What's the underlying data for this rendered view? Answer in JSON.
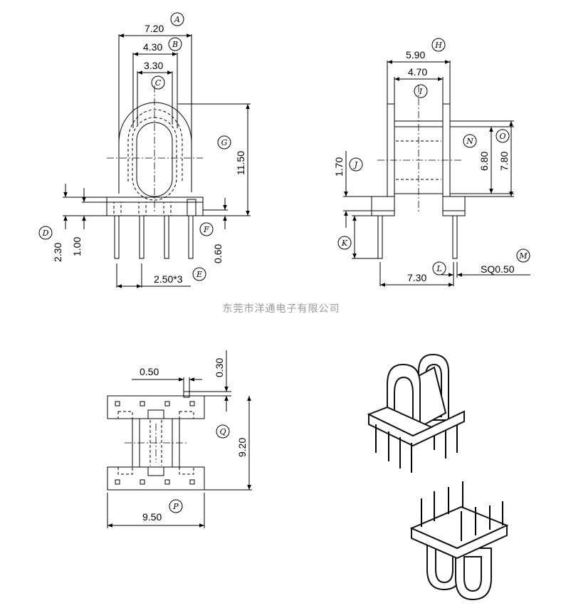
{
  "company": "东莞市洋通电子有限公司",
  "front_view": {
    "dims": [
      {
        "value": "7.20",
        "tag": "A"
      },
      {
        "value": "4.30",
        "tag": "B"
      },
      {
        "value": "3.30",
        "tag": "C"
      },
      {
        "value": "11.50",
        "tag": "G"
      },
      {
        "value": "2.30",
        "tag": "D"
      },
      {
        "value": "1.00",
        "tag": ""
      },
      {
        "value": "0.60",
        "tag": "F"
      },
      {
        "value": "2.50*3",
        "tag": "E"
      }
    ]
  },
  "side_view": {
    "dims": [
      {
        "value": "5.90",
        "tag": "H"
      },
      {
        "value": "4.70",
        "tag": "I"
      },
      {
        "value": "1.70",
        "tag": "J"
      },
      {
        "value": "6.80",
        "tag": "N"
      },
      {
        "value": "7.80",
        "tag": "O"
      },
      {
        "value": "",
        "tag": "K"
      },
      {
        "value": "7.30",
        "tag": "L"
      },
      {
        "value": "SQ0.50",
        "tag": "M"
      }
    ]
  },
  "bottom_view": {
    "dims": [
      {
        "value": "0.50",
        "tag": ""
      },
      {
        "value": "0.30",
        "tag": ""
      },
      {
        "value": "9.20",
        "tag": "Q"
      },
      {
        "value": "9.50",
        "tag": "P"
      }
    ]
  }
}
